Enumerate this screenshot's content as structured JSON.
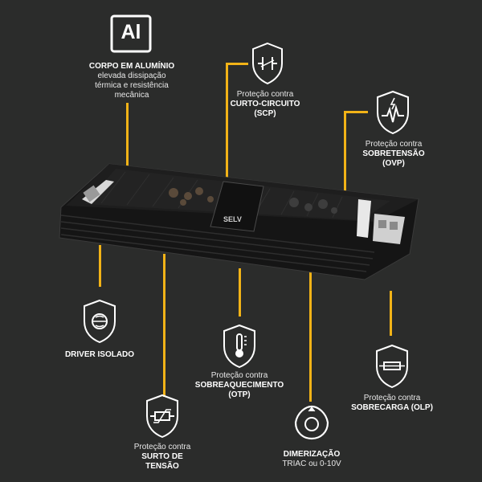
{
  "features": {
    "aluminum": {
      "symbol": "Al",
      "title": "CORPO EM ALUMÍNIO",
      "desc_1": "elevada dissipação",
      "desc_2": "térmica e resistência",
      "desc_3": "mecânica"
    },
    "scp": {
      "line_1": "Proteção contra",
      "line_2": "CURTO-CIRCUITO",
      "line_3": "(SCP)"
    },
    "ovp": {
      "line_1": "Proteção contra",
      "line_2": "SOBRETENSÃO",
      "line_3": "(OVP)"
    },
    "isolated": {
      "title": "DRIVER ISOLADO"
    },
    "otp": {
      "line_1": "Proteção contra",
      "line_2": "SOBREAQUECIMENTO",
      "line_3": "(OTP)"
    },
    "olp": {
      "line_1": "Proteção contra",
      "line_2": "SOBRECARGA (OLP)"
    },
    "surge": {
      "line_1": "Proteção contra",
      "line_2": "SURTO DE",
      "line_3": "TENSÃO"
    },
    "dimming": {
      "line_1": "DIMERIZAÇÃO",
      "line_2": "TRIAC ou 0-10V"
    }
  },
  "device": {
    "label": "SELV"
  },
  "colors": {
    "background": "#2b2c2b",
    "accent_line": "#f2b317",
    "icon_stroke": "#ffffff"
  }
}
